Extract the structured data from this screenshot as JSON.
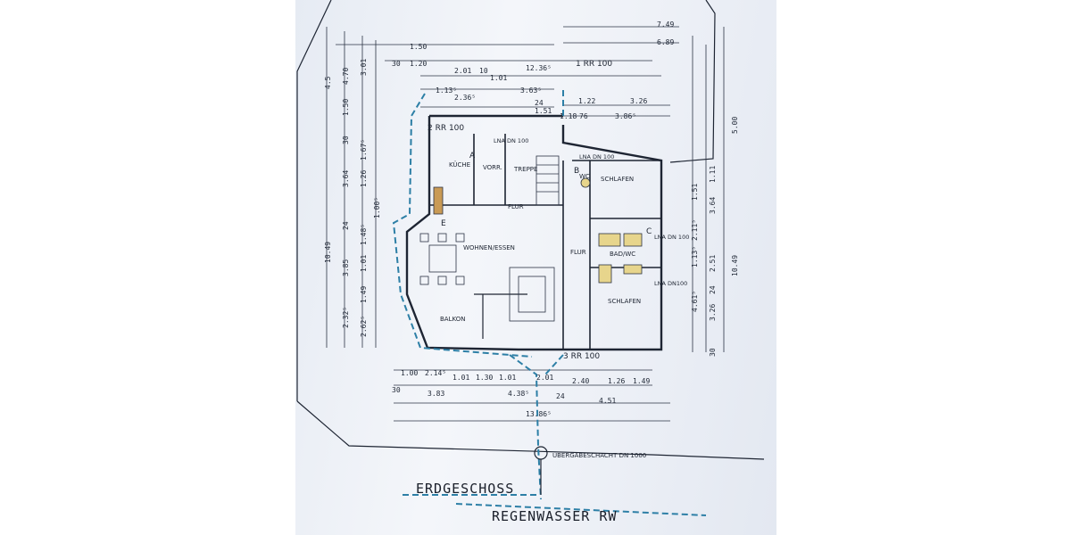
{
  "plan": {
    "title": "ERDGESCHOSS",
    "subtitle": "REGENWASSER  RW",
    "rooms": {
      "kueche": "KÜCHE",
      "vorr": "VORR.",
      "treppe": "TREPPE",
      "flur_left": "FLUR",
      "wohnen": "WOHNEN/ESSEN",
      "balkon": "BALKON",
      "wc": "WC",
      "schlafen_top": "SCHLAFEN",
      "flur_right": "FLUR",
      "bad": "BAD/WC",
      "schlafen_bottom": "SCHLAFEN"
    },
    "markers": {
      "a": "A",
      "b": "B",
      "c": "C",
      "e": "E"
    },
    "pipes": {
      "rr1": "1 RR 100",
      "rr2": "2 RR 100",
      "rr3": "3 RR 100",
      "lna1": "LNA DN 100",
      "lna2": "LNA DN 100",
      "lna3": "LNA DN 100",
      "lna4": "LNA DN100",
      "shaft": "ÜBERGABESCHACHT DN 1000"
    },
    "dims_top": {
      "d1": "1.50",
      "d2": "1.20",
      "d3": "2.01",
      "d4": "1.01",
      "d5": "12.36⁵",
      "d6": "2.36⁵",
      "d7": "3.63⁵",
      "d8": "3.26",
      "d9": "3.86⁵",
      "d10": "7.49",
      "d11": "6.89",
      "d12": "1.22",
      "d13": "1.13⁵",
      "d14": "1.51",
      "d15": "1.18",
      "d16": "76",
      "d17": "30",
      "d18": "10",
      "d19": "24"
    },
    "dims_bottom": {
      "b1": "1.00",
      "b2": "2.14⁵",
      "b3": "1.01",
      "b4": "1.30",
      "b5": "1.01",
      "b6": "2.01",
      "b7": "2.40",
      "b8": "1.26",
      "b9": "1.49",
      "b10": "3.83",
      "b11": "4.38⁵",
      "b12": "4.51",
      "b13": "13.86⁵",
      "b14": "30",
      "b15": "24"
    },
    "dims_left": {
      "l1": "4.5",
      "l2": "4.70",
      "l3": "3.01",
      "l4": "1.50",
      "l5": "3.64",
      "l6": "1.67⁵",
      "l7": "1.26",
      "l8": "1.00⁵",
      "l9": "10.49",
      "l10": "1.48⁵",
      "l11": "1.01",
      "l12": "3.85",
      "l13": "1.49",
      "l14": "2.32⁵",
      "l15": "2.62⁵",
      "l16": "30",
      "l17": "24"
    },
    "dims_right": {
      "r1": "5.00",
      "r2": "1.11",
      "r3": "1.51",
      "r4": "3.64",
      "r5": "2.11⁵",
      "r6": "1.13⁵",
      "r7": "2.51",
      "r8": "10.49",
      "r9": "4.61⁵",
      "r10": "3.26",
      "r11": "30",
      "r12": "24"
    }
  }
}
